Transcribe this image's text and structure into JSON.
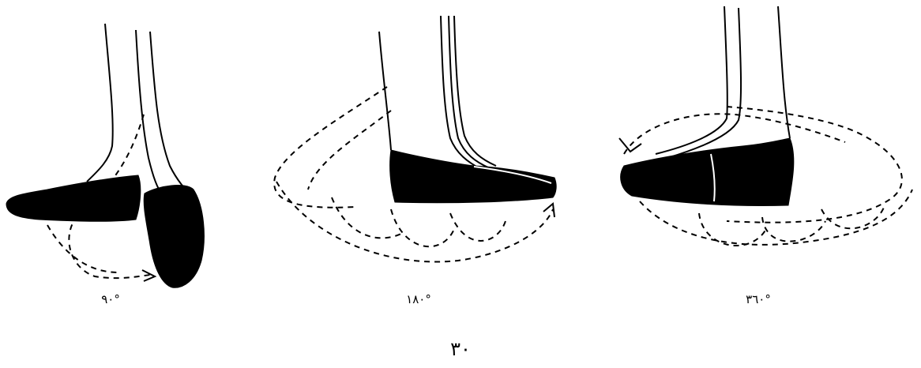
{
  "figures": [
    {
      "caption": "°٩٠"
    },
    {
      "caption": "°١٨٠"
    },
    {
      "caption": "°٣٦٠"
    }
  ],
  "page_number": "٣٠"
}
